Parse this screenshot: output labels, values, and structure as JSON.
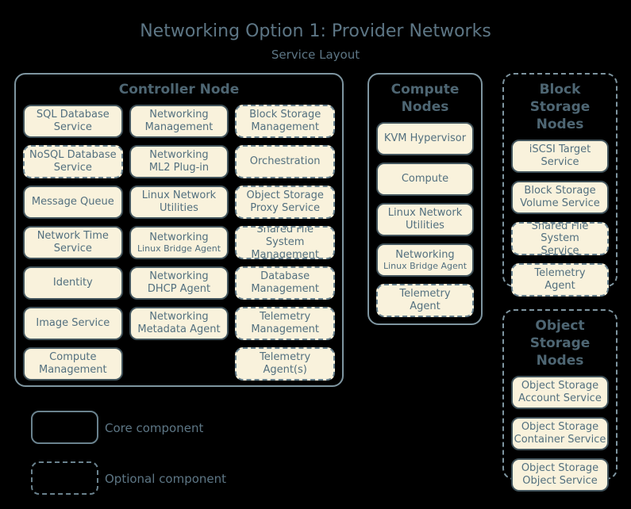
{
  "title": "Networking Option 1: Provider Networks",
  "subtitle": "Service Layout",
  "colors": {
    "background": "#000000",
    "box_fill": "#f9f2dc",
    "core_border": "#42545c",
    "optional_border": "#67808d",
    "container_border": "#7e95a0",
    "box_text": "#53707f",
    "heading_text": "#4e6673",
    "title_text": "#5d7685"
  },
  "legend": {
    "core": "Core component",
    "optional": "Optional component"
  },
  "containers": [
    {
      "name": "controller-node",
      "heading": "Controller Node",
      "type": "core",
      "services": [
        {
          "label": "SQL Database\nService",
          "type": "core"
        },
        {
          "label": "Networking\nManagement",
          "type": "core"
        },
        {
          "label": "Block Storage\nManagement",
          "type": "optional"
        },
        {
          "label": "NoSQL Database\nService",
          "type": "optional"
        },
        {
          "label": "Networking\nML2 Plug-in",
          "type": "core"
        },
        {
          "label": "Orchestration",
          "type": "optional"
        },
        {
          "label": "Message Queue",
          "type": "core"
        },
        {
          "label": "Linux Network\nUtilities",
          "type": "core"
        },
        {
          "label": "Object Storage\nProxy Service",
          "type": "optional"
        },
        {
          "label": "Network Time\nService",
          "type": "core"
        },
        {
          "label": "Networking",
          "sub": "Linux Bridge Agent",
          "type": "core"
        },
        {
          "label": "Shared File System\nManagement",
          "type": "optional"
        },
        {
          "label": "Identity",
          "type": "core"
        },
        {
          "label": "Networking\nDHCP Agent",
          "type": "core"
        },
        {
          "label": "Database\nManagement",
          "type": "optional"
        },
        {
          "label": "Image Service",
          "type": "core"
        },
        {
          "label": "Networking\nMetadata Agent",
          "type": "core"
        },
        {
          "label": "Telemetry\nManagement",
          "type": "optional"
        },
        {
          "label": "Compute\nManagement",
          "type": "core"
        },
        {
          "label": "Telemetry\nAgent(s)",
          "type": "optional"
        }
      ]
    },
    {
      "name": "compute-nodes",
      "heading": "Compute\nNodes",
      "type": "core",
      "services": [
        {
          "label": "KVM Hypervisor",
          "type": "core"
        },
        {
          "label": "Compute",
          "type": "core"
        },
        {
          "label": "Linux Network\nUtilities",
          "type": "core"
        },
        {
          "label": "Networking",
          "sub": "Linux Bridge Agent",
          "type": "core"
        },
        {
          "label": "Telemetry\nAgent",
          "type": "optional"
        }
      ]
    },
    {
      "name": "block-storage-nodes",
      "heading": "Block Storage\nNodes",
      "type": "optional",
      "services": [
        {
          "label": "iSCSI Target\nService",
          "type": "core"
        },
        {
          "label": "Block Storage\nVolume Service",
          "type": "core"
        },
        {
          "label": "Shared File System\nService",
          "type": "optional"
        },
        {
          "label": "Telemetry\nAgent",
          "type": "optional"
        }
      ]
    },
    {
      "name": "object-storage-nodes",
      "heading": "Object\nStorage Nodes",
      "type": "optional",
      "services": [
        {
          "label": "Object Storage\nAccount Service",
          "type": "core"
        },
        {
          "label": "Object Storage\nContainer Service",
          "type": "core"
        },
        {
          "label": "Object Storage\nObject Service",
          "type": "core"
        }
      ]
    }
  ]
}
